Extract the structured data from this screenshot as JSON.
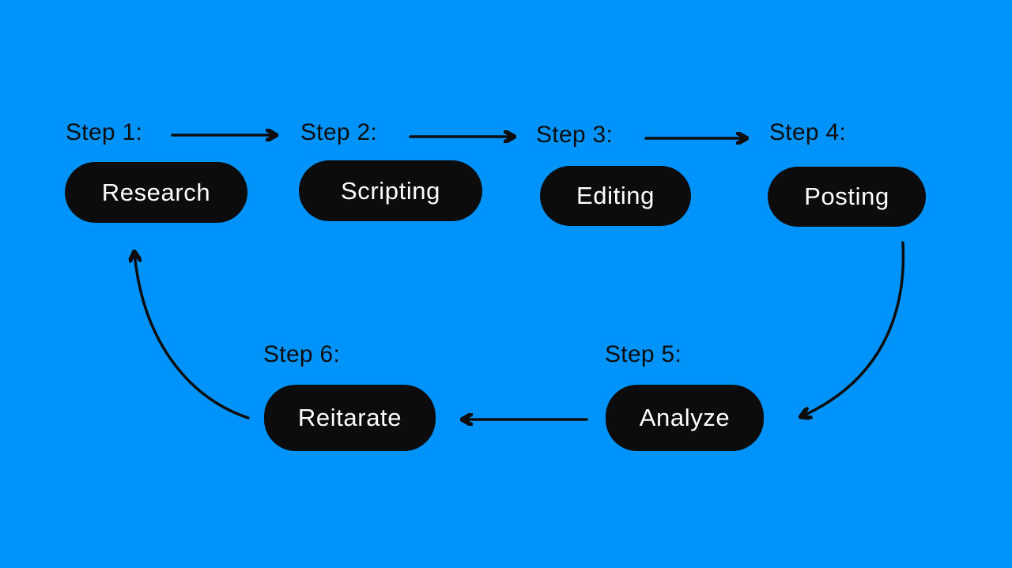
{
  "diagram": {
    "type": "workflow-cycle",
    "steps": [
      {
        "label": "Step 1:",
        "name": "Research"
      },
      {
        "label": "Step 2:",
        "name": "Scripting"
      },
      {
        "label": "Step 3:",
        "name": "Editing"
      },
      {
        "label": "Step 4:",
        "name": "Posting"
      },
      {
        "label": "Step 5:",
        "name": "Analyze"
      },
      {
        "label": "Step 6:",
        "name": "Reitarate"
      }
    ],
    "connections": [
      {
        "from": "Research",
        "to": "Scripting",
        "style": "straight-right"
      },
      {
        "from": "Scripting",
        "to": "Editing",
        "style": "straight-right"
      },
      {
        "from": "Editing",
        "to": "Posting",
        "style": "straight-right"
      },
      {
        "from": "Posting",
        "to": "Analyze",
        "style": "curved-down-left"
      },
      {
        "from": "Analyze",
        "to": "Reitarate",
        "style": "straight-left"
      },
      {
        "from": "Reitarate",
        "to": "Research",
        "style": "curved-up-left"
      }
    ]
  },
  "colors": {
    "background": "#0094fb",
    "box_bg": "#0c0c0c",
    "box_text": "#ffffff",
    "ink": "#0d0d0d"
  }
}
